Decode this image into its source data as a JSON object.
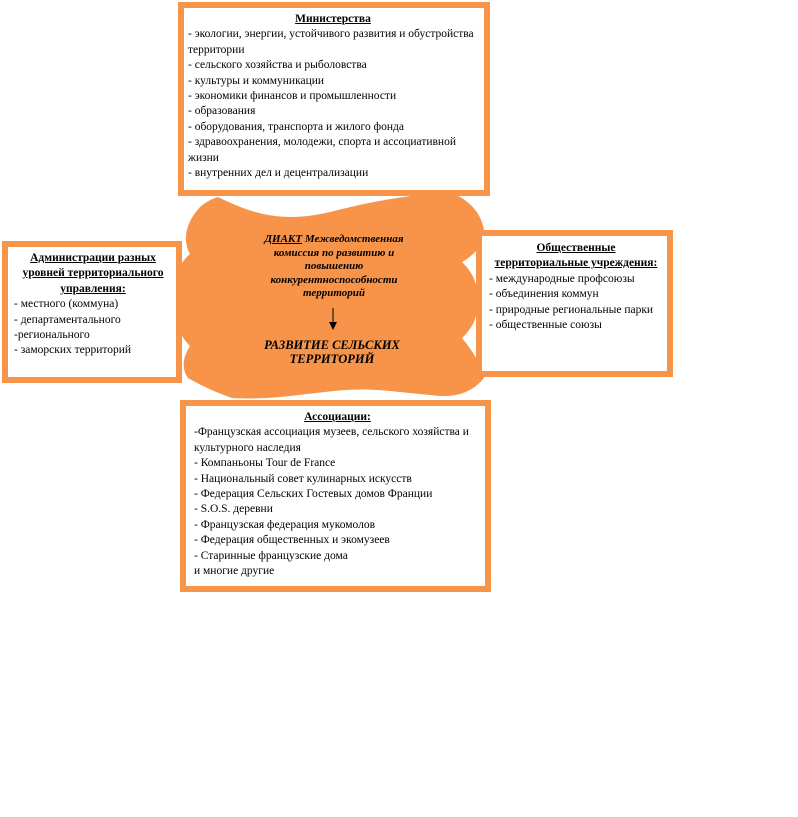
{
  "diagram": {
    "accent_color": "#f7944a",
    "ministries": {
      "title": "Министерства",
      "items": [
        "- экологии, энергии, устойчивого развития и обустройства территории",
        "- сельского хозяйства и рыболовства",
        "- культуры и коммуникации",
        "- экономики финансов и промышленности",
        "- образования",
        "- оборудования, транспорта и жилого фонда",
        "- здравоохранения, молодежи, спорта и ассоциативной жизни",
        "- внутренних дел и децентрализации"
      ]
    },
    "administrations": {
      "title": "Администрации разных уровней территориального управления:",
      "items": [
        "- местного (коммуна)",
        "- департаментального",
        "-регионального",
        "- заморских территорий"
      ]
    },
    "public_bodies": {
      "title": "Общественные территориальные учреждения:",
      "items": [
        "- международные профсоюзы",
        "- объединения коммун",
        "- природные региональные парки",
        "- общественные союзы"
      ]
    },
    "associations": {
      "title": "Ассоциации:",
      "items": [
        "-Французская ассоциация музеев, сельского хозяйства и культурного наследия",
        "- Компаньоны Tour de France",
        "- Национальный совет кулинарных искусств",
        "- Федерация Сельских Гостевых домов Франции",
        "- S.O.S. деревни",
        "- Французская федерация мукомолов",
        "- Федерация общественных и экомузеев",
        "- Старинные французские дома",
        "и многие другие"
      ]
    },
    "center": {
      "diakt_lead": "ДИАКТ",
      "diakt_text": "Межведомственная комиссия по развитию и повышению конкурентноспособности территорий",
      "rural_development": "РАЗВИТИЕ СЕЛЬСКИХ ТЕРРИТОРИЙ"
    }
  }
}
